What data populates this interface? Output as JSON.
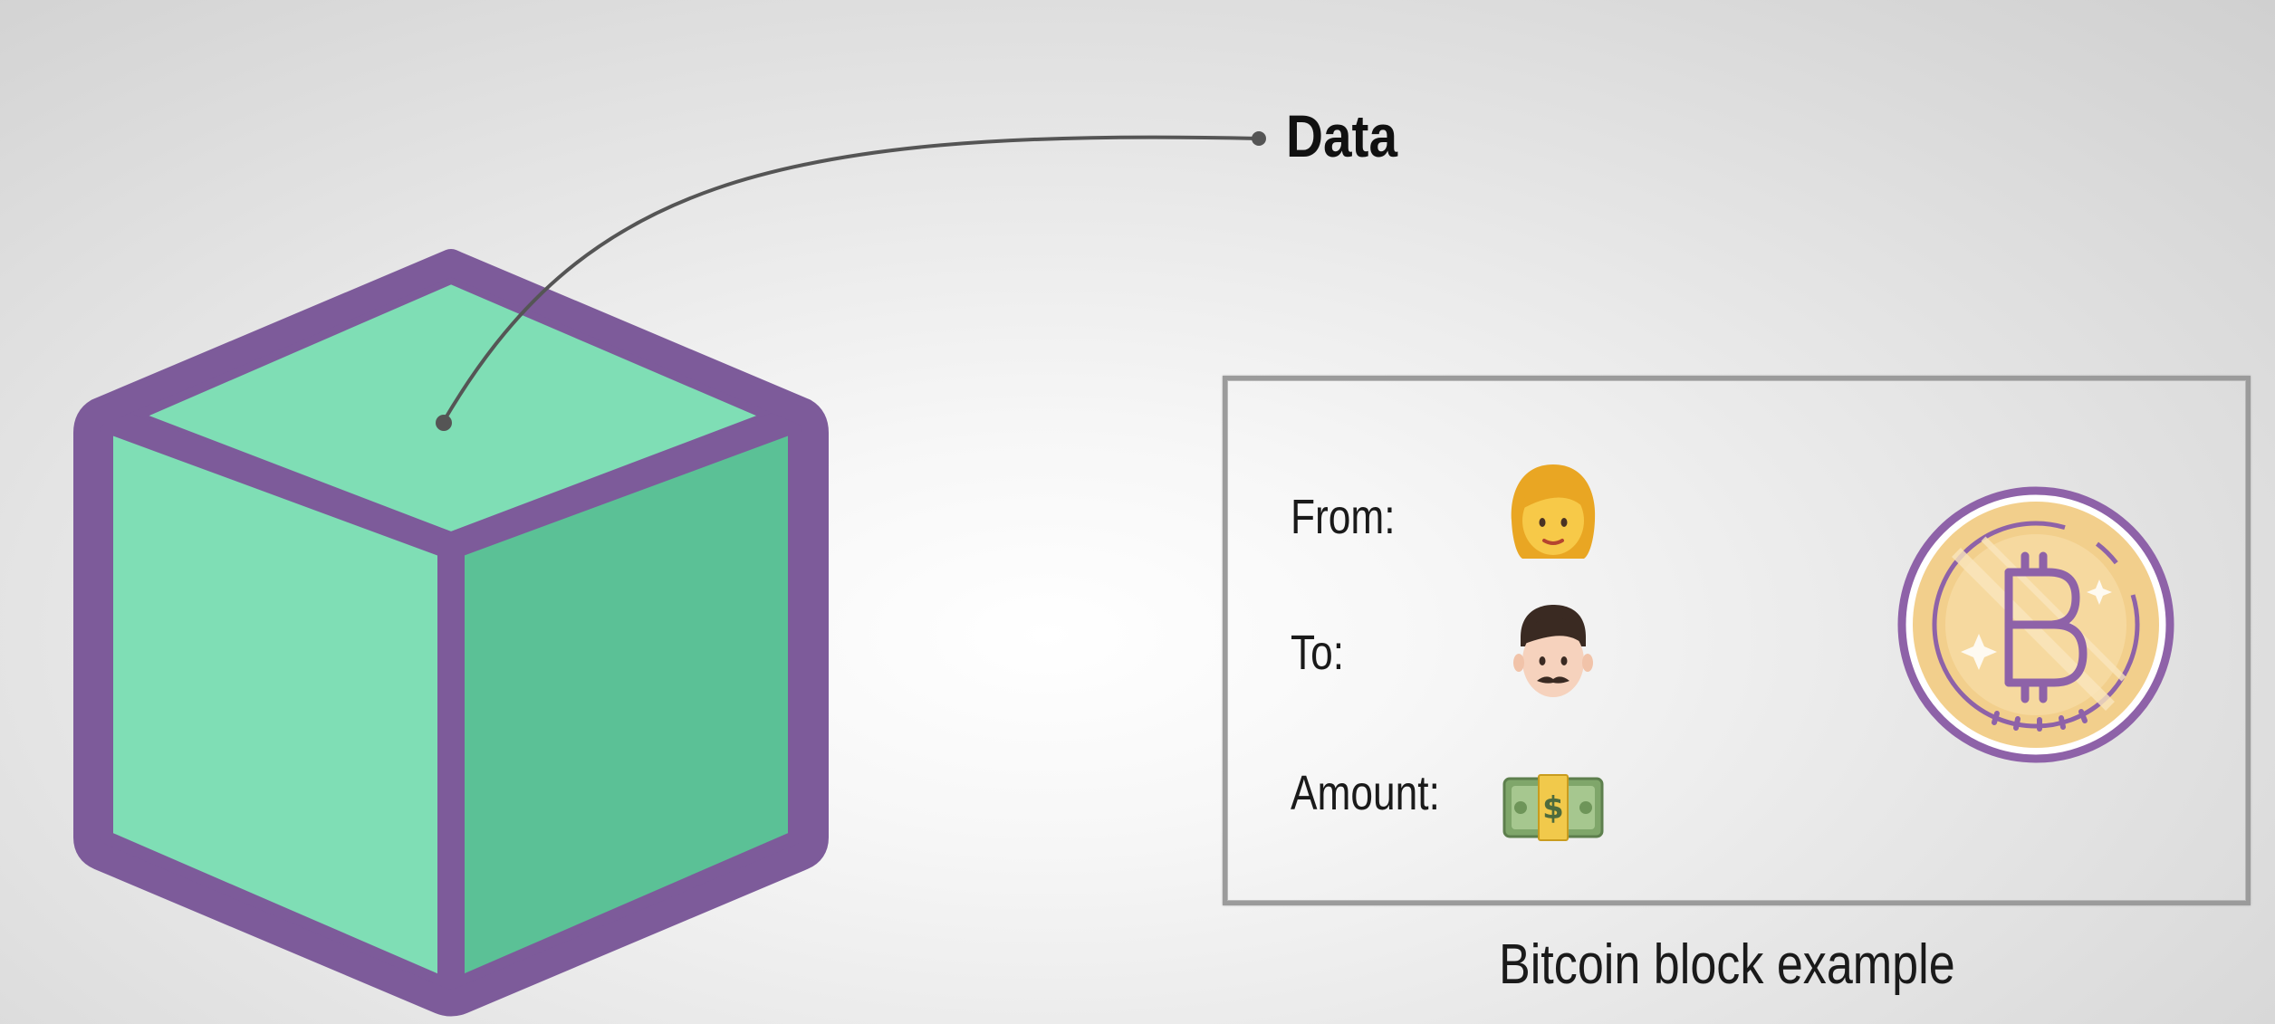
{
  "diagram": {
    "data_label": "Data",
    "caption": "Bitcoin block example",
    "fields": [
      {
        "label": "From:",
        "icon": "woman-emoji-icon"
      },
      {
        "label": "To:",
        "icon": "man-emoji-icon"
      },
      {
        "label": "Amount:",
        "icon": "money-bill-emoji-icon"
      }
    ],
    "coin_symbol": "B",
    "colors": {
      "cube_outline": "#7d5b9a",
      "cube_top": "#7fdeb5",
      "cube_left": "#7fdeb5",
      "cube_right": "#5bc196",
      "coin_gold": "#f2cf8c",
      "coin_ring": "#8e62a8",
      "box_border": "#9b9b9b"
    }
  }
}
